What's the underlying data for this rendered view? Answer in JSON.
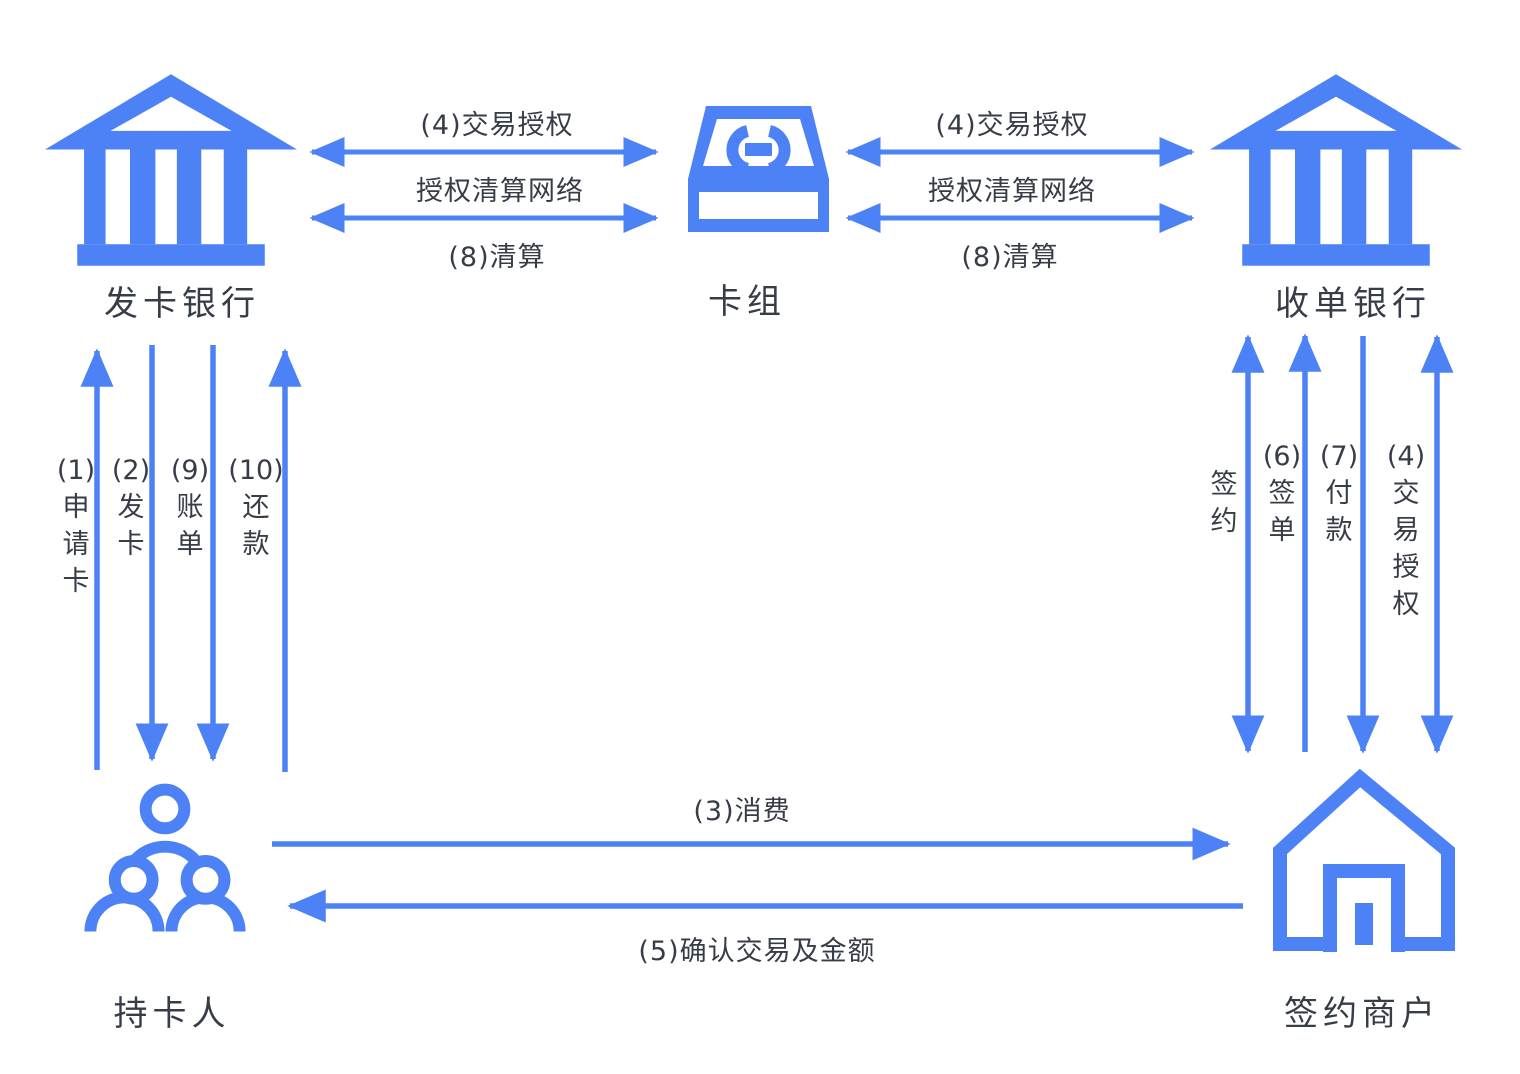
{
  "diagram": {
    "colors": {
      "primary": "#4D82F7",
      "text": "#373D47"
    },
    "nodes": {
      "issuingBank": "发卡银行",
      "cardNetwork": "卡组",
      "acquiringBank": "收单银行",
      "cardholder": "持卡人",
      "merchant": "签约商户"
    },
    "edges": {
      "authLeft": "(4)交易授权",
      "networkLeft": "授权清算网络",
      "clearingLeft": "(8)清算",
      "authRight": "(4)交易授权",
      "networkRight": "授权清算网络",
      "clearingRight": "(8)清算",
      "applyCard": "(1)\n申\n请\n卡",
      "issueCard": "(2)\n发\n卡",
      "bill": "(9)\n账\n单",
      "repayment": "(10)\n还\n款",
      "signContract": "签\n约",
      "signSlip": "(6)\n签\n单",
      "payment": "(7)\n付\n款",
      "txAuthMerchant": "(4)\n交\n易\n授\n权",
      "consume": "(3)消费",
      "confirmAmount": "(5)确认交易及金额"
    }
  }
}
